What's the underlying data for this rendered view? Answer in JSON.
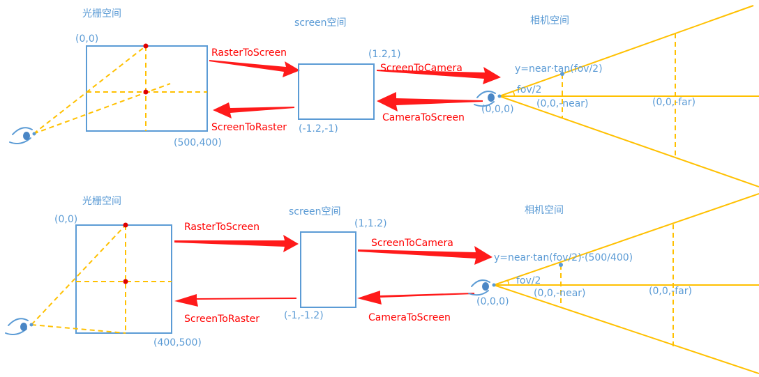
{
  "top": {
    "raster_title": "光栅空间",
    "screen_title": "screen空间",
    "camera_title": "相机空间",
    "raster_origin": "(0,0)",
    "raster_corner": "(500,400)",
    "screen_top": "(1.2,1)",
    "screen_bottom": "(-1.2,-1)",
    "arrow_r2s": "RasterToScreen",
    "arrow_s2r": "ScreenToRaster",
    "arrow_s2c": "ScreenToCamera",
    "arrow_c2s": "CameraToScreen",
    "y_formula": "y=near·tan(fov/2)",
    "fov": "fov/2",
    "cam_origin": "(0,0,0)",
    "near": "(0,0,-near)",
    "far": "(0,0,-far)"
  },
  "bottom": {
    "raster_title": "光栅空间",
    "screen_title": "screen空间",
    "camera_title": "相机空间",
    "raster_origin": "(0,0)",
    "raster_corner": "(400,500)",
    "screen_top": "(1,1.2)",
    "screen_bottom": "(-1,-1.2)",
    "arrow_r2s": "RasterToScreen",
    "arrow_s2r": "ScreenToRaster",
    "arrow_s2c": "ScreenToCamera",
    "arrow_c2s": "CameraToScreen",
    "y_formula": "y=near·tan(fov/2)·(500/400)",
    "fov": "fov/2",
    "cam_origin": "(0,0,0)",
    "near": "(0,0,-near)",
    "far": "(0,0,-far)"
  },
  "colors": {
    "label_blue": "#5b9bd5",
    "arrow_red": "#ff1a1a",
    "guide_yellow": "#ffc000"
  },
  "icons": [
    "eye-icon"
  ]
}
